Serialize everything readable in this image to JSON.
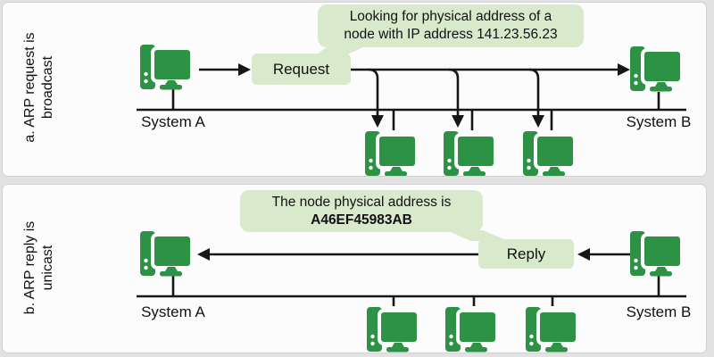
{
  "panel_a": {
    "side_label": "a. ARP request is\nbroadcast",
    "bubble_line1": "Looking for physical address of a",
    "bubble_line2": "node with IP address 141.23.56.23",
    "message_label": "Request",
    "system_a_label": "System A",
    "system_b_label": "System B"
  },
  "panel_b": {
    "side_label": "b. ARP reply is\nunicast",
    "bubble_line1": "The node physical address is",
    "bubble_line2": "A46EF45983AB",
    "message_label": "Reply",
    "system_a_label": "System A",
    "system_b_label": "System B"
  },
  "icons": {
    "computer": "desktop-computer-icon"
  },
  "colors": {
    "icon_green": "#2d9246",
    "bubble_green": "#d8e9cc",
    "line_black": "#161616",
    "panel_bg": "#fcfcfc",
    "page_bg": "#e2e2e2"
  }
}
